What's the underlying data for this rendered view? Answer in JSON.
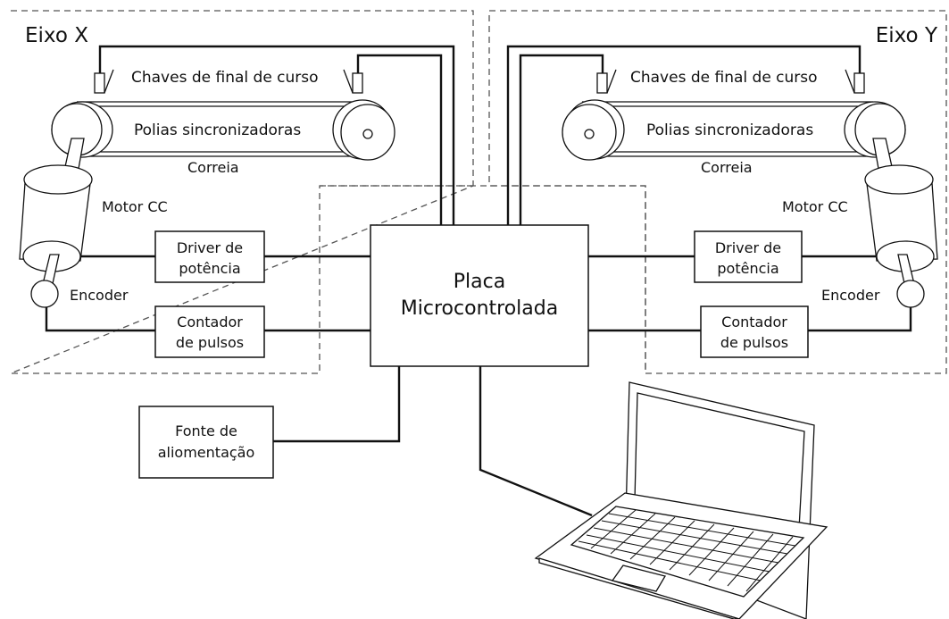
{
  "axis_x": {
    "title": "Eixo X",
    "limit_switches": "Chaves de final de curso",
    "pulleys": "Polias sincronizadoras",
    "belt": "Correia",
    "motor": "Motor CC",
    "encoder": "Encoder",
    "driver_line1": "Driver de",
    "driver_line2": "potência",
    "counter_line1": "Contador",
    "counter_line2": "de pulsos"
  },
  "axis_y": {
    "title": "Eixo Y",
    "limit_switches": "Chaves de final de curso",
    "pulleys": "Polias sincronizadoras",
    "belt": "Correia",
    "motor": "Motor CC",
    "encoder": "Encoder",
    "driver_line1": "Driver de",
    "driver_line2": "potência",
    "counter_line1": "Contador",
    "counter_line2": "de pulsos"
  },
  "controller": {
    "line1": "Placa",
    "line2": "Microcontrolada"
  },
  "power_supply": {
    "line1": "Fonte de",
    "line2": "aliomentação"
  }
}
